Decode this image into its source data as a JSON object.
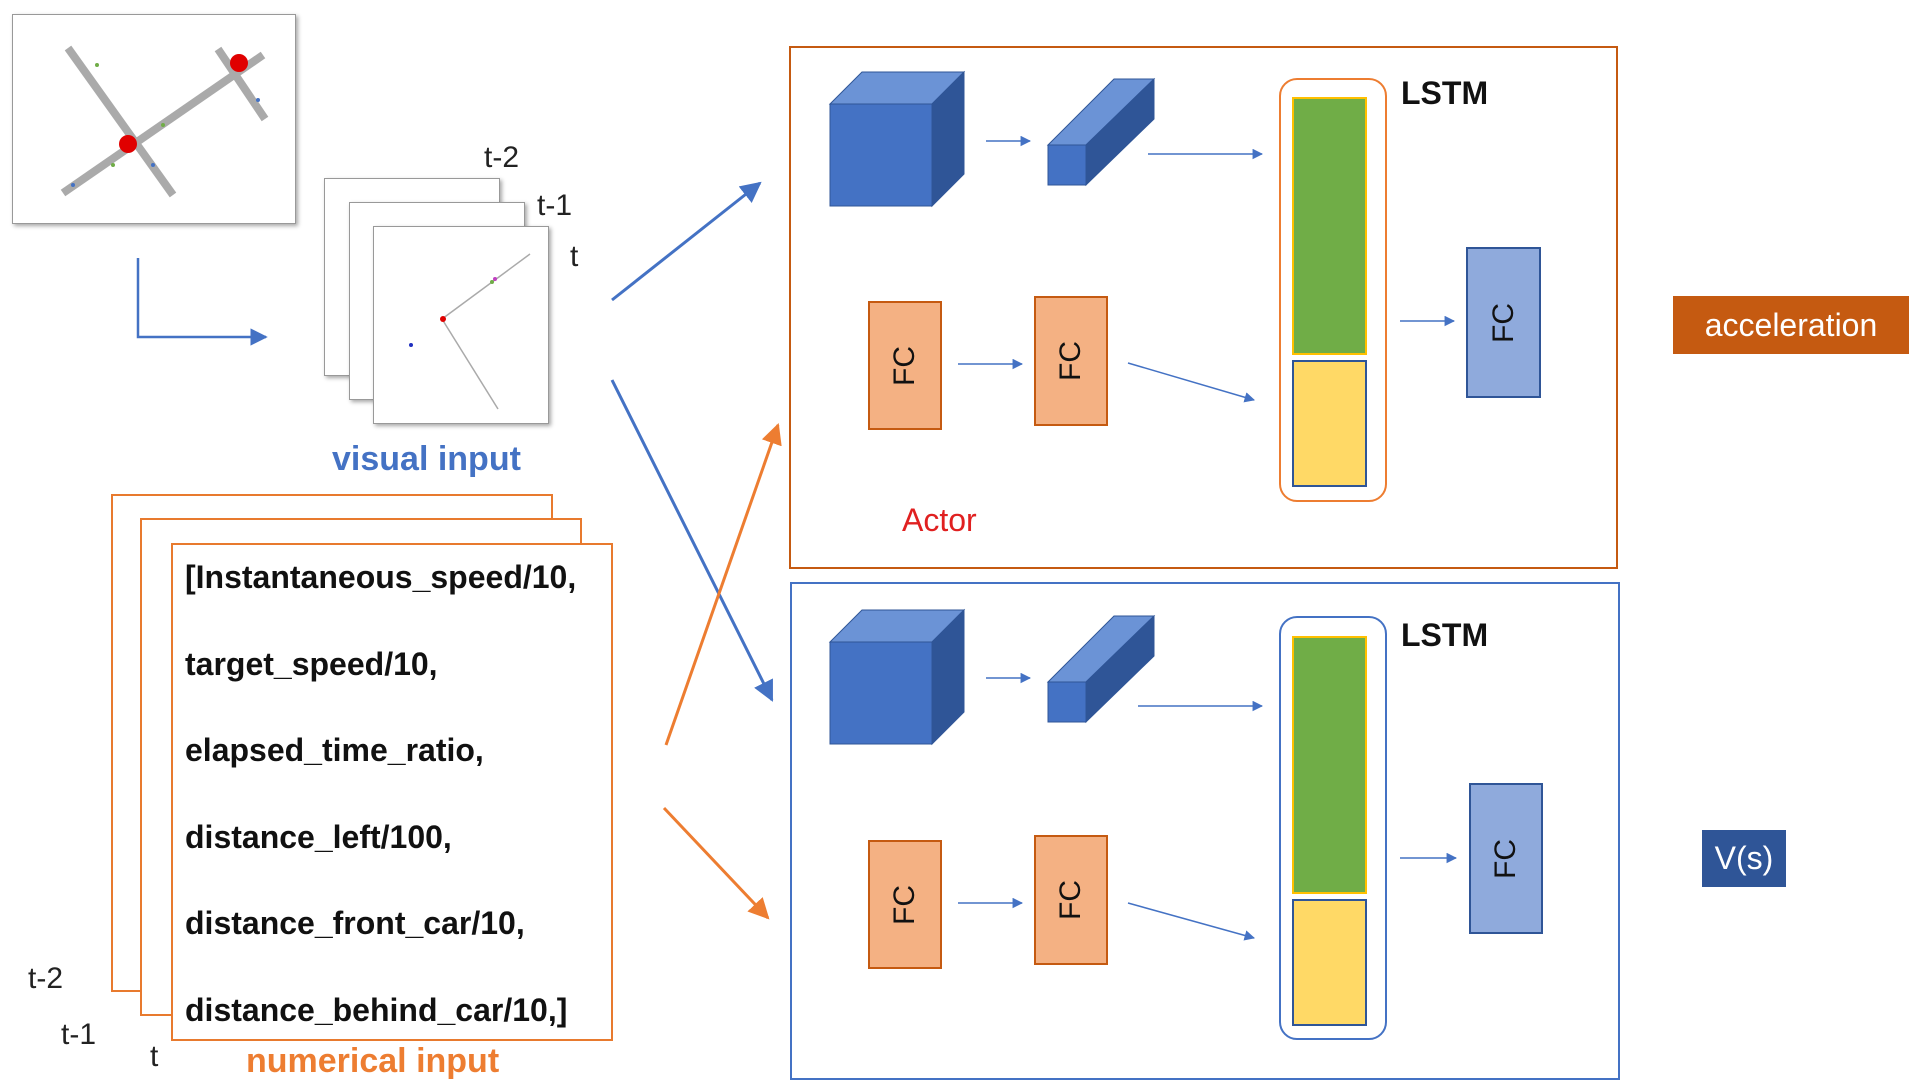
{
  "visual_input": {
    "label": "visual input",
    "time_labels": [
      "t-2",
      "t-1",
      "t"
    ]
  },
  "numerical_input": {
    "label": "numerical input",
    "time_labels": [
      "t-2",
      "t-1",
      "t"
    ],
    "lines": [
      "[Instantaneous_speed/10,",
      "target_speed/10,",
      "elapsed_time_ratio,",
      "distance_left/100,",
      "distance_front_car/10,",
      "distance_behind_car/10,]"
    ]
  },
  "actor": {
    "caption": "Actor",
    "lstm_label": "LSTM",
    "fc_labels": [
      "FC",
      "FC",
      "FC"
    ],
    "output_label": "acceleration"
  },
  "critic": {
    "lstm_label": "LSTM",
    "fc_labels": [
      "FC",
      "FC",
      "FC"
    ],
    "output_label": "V(s)"
  },
  "colors": {
    "orange": "#e87a2e",
    "blue_line": "#4472c4",
    "cube_front": "#4472c4",
    "cube_top": "#6b93d6",
    "cube_side": "#2f5597",
    "fc_orange_fill": "#f4b183",
    "fc_orange_border": "#c55a11",
    "fc_blue_fill": "#8faadc",
    "fc_blue_border": "#2f5597",
    "lstm_green": "#70ad47",
    "lstm_yellow": "#ffd966",
    "actor_output_bg": "#c55a11",
    "critic_output_bg": "#2f5597",
    "actor_caption": "#e02020",
    "visual_label": "#4472c4",
    "numerical_label": "#ed7d31"
  }
}
